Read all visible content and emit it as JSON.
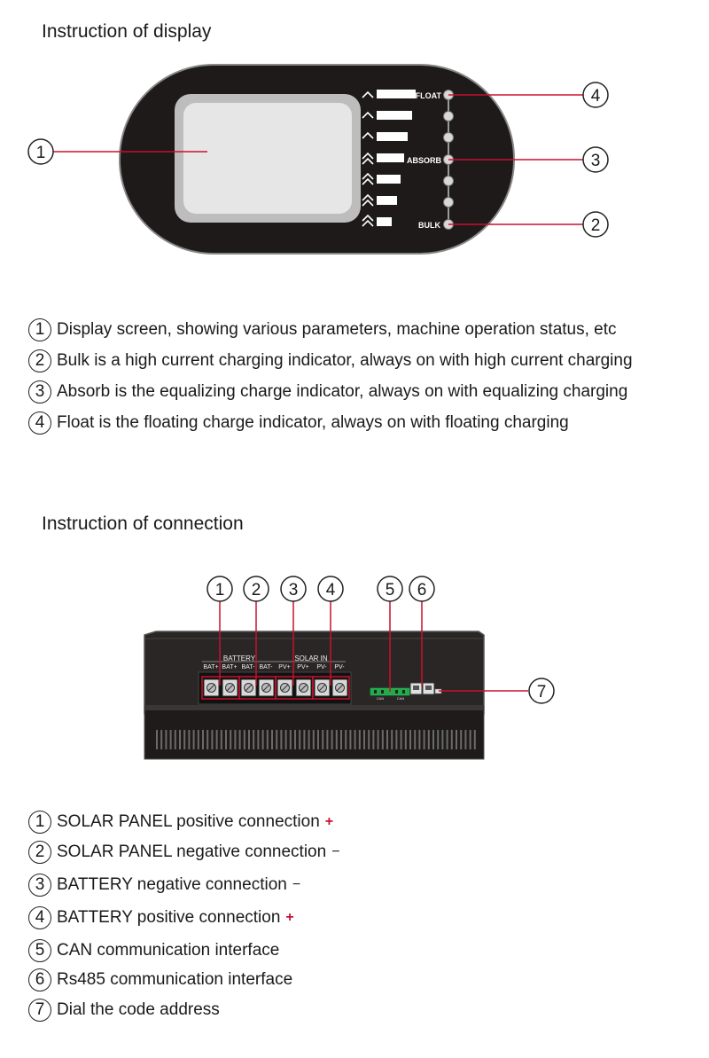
{
  "display": {
    "title": "Instruction of display",
    "labels": {
      "float": "FLOAT",
      "absorb": "ABSORB",
      "bulk": "BULK"
    },
    "callouts": [
      "1",
      "2",
      "3",
      "4"
    ],
    "legend": [
      {
        "num": "1",
        "text": "Display screen, showing various parameters, machine operation status, etc"
      },
      {
        "num": "2",
        "text": "Bulk is a high current charging indicator, always on with high current charging"
      },
      {
        "num": "3",
        "text": "Absorb is the equalizing charge indicator, always on with equalizing charging"
      },
      {
        "num": "4",
        "text": "Float is the floating charge indicator, always on with floating charging"
      }
    ]
  },
  "connection": {
    "title": "Instruction of connection",
    "group_labels": {
      "battery": "BATTERY",
      "solar": "SOLAR IN"
    },
    "terminal_labels": [
      "BAT+",
      "BAT+",
      "BAT-",
      "BAT-",
      "PV+",
      "PV+",
      "PV-",
      "PV-"
    ],
    "can_labels": [
      "CAN",
      "CAN"
    ],
    "callouts": [
      "1",
      "2",
      "3",
      "4",
      "5",
      "6",
      "7"
    ],
    "legend": [
      {
        "num": "1",
        "text": "SOLAR PANEL positive  connection",
        "mark": "+"
      },
      {
        "num": "2",
        "text": "SOLAR PANEL negative  connection",
        "mark": "−"
      },
      {
        "num": "3",
        "text": "BATTERY negative  connection",
        "mark": "−"
      },
      {
        "num": "4",
        "text": "BATTERY positive  connection",
        "mark": "+"
      },
      {
        "num": "5",
        "text": "CAN communication interface",
        "mark": ""
      },
      {
        "num": "6",
        "text": "Rs485 communication interface",
        "mark": ""
      },
      {
        "num": "7",
        "text": "Dial the code address",
        "mark": ""
      }
    ]
  },
  "colors": {
    "callout_line": "#c8102e",
    "panel": "#1e1a1a",
    "positive_mark": "#c8102e"
  }
}
